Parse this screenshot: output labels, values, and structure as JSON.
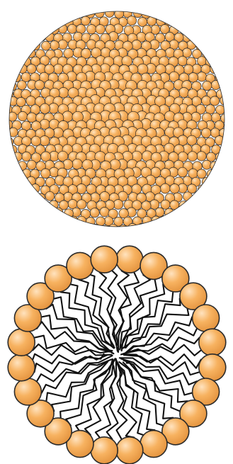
{
  "figure": {
    "panels": [
      {
        "name": "micelle-surface-view",
        "kind": "packed-sphere"
      },
      {
        "name": "micelle-cross-section",
        "kind": "radial-amphiphiles",
        "head_count": 24
      }
    ]
  },
  "colors": {
    "head_fill": "#f7b260",
    "head_highlight": "#ffe3bf",
    "head_shadow": "#e2913c",
    "outline": "#2b2b2b",
    "tail": "#111111",
    "background": "#ffffff"
  }
}
